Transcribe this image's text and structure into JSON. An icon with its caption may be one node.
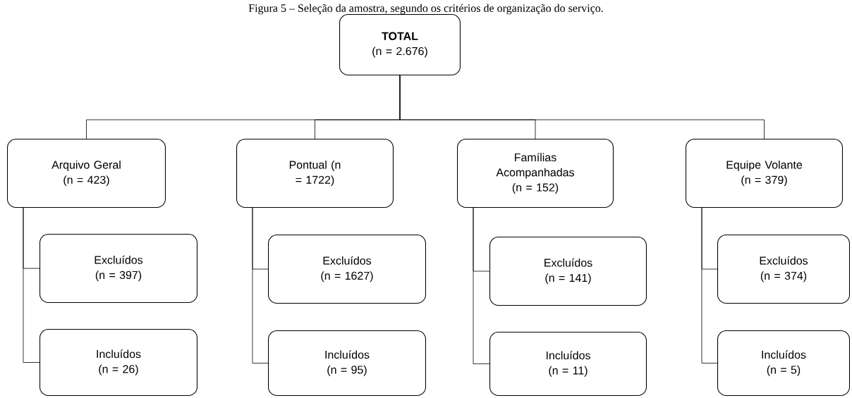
{
  "diagram": {
    "title": "Figura 5 – Seleção da amostra, segundo os critérios de organização do serviço.",
    "nodes": [
      {
        "text": [
          "TOTAL",
          "(n = 2.676)"
        ]
      },
      {
        "text": [
          "Arquivo Geral (n = 423)"
        ]
      },
      {
        "text": [
          "Excluídos (n = 397)"
        ]
      },
      {
        "text": [
          "Incluídos (n = 26)"
        ]
      },
      {
        "text": [
          "Pontual (n = 1722)"
        ]
      },
      {
        "text": [
          "Excluídos (n = 1627)"
        ]
      },
      {
        "text": [
          "Incluídos (n = 95)"
        ]
      },
      {
        "text": [
          "Famílias Acompanhadas (n = 152)"
        ]
      },
      {
        "text": [
          "Excluídos (n = 141)"
        ]
      },
      {
        "text": [
          "Incluídos (n = 11)"
        ]
      },
      {
        "text": [
          "Equipe Volante (n = 379)"
        ]
      },
      {
        "text": [
          "Excluídos (n = 374)"
        ]
      },
      {
        "text": [
          "Incluídos (n = 5)"
        ]
      }
    ],
    "edges": [
      {
        "from": 0,
        "to": 1,
        "arrow": "none"
      },
      {
        "from": 0,
        "to": 4,
        "arrow": "none"
      },
      {
        "from": 0,
        "to": 7,
        "arrow": "none"
      },
      {
        "from": 0,
        "to": 10,
        "arrow": "none"
      },
      {
        "from": 1,
        "to": 2,
        "arrow": "none"
      },
      {
        "from": 1,
        "to": 3,
        "arrow": "none"
      },
      {
        "from": 4,
        "to": 5,
        "arrow": "none"
      },
      {
        "from": 4,
        "to": 6,
        "arrow": "none"
      },
      {
        "from": 7,
        "to": 8,
        "arrow": "none"
      },
      {
        "from": 7,
        "to": 9,
        "arrow": "none"
      },
      {
        "from": 10,
        "to": 11,
        "arrow": "none"
      },
      {
        "from": 10,
        "to": 12,
        "arrow": "none"
      }
    ]
  }
}
